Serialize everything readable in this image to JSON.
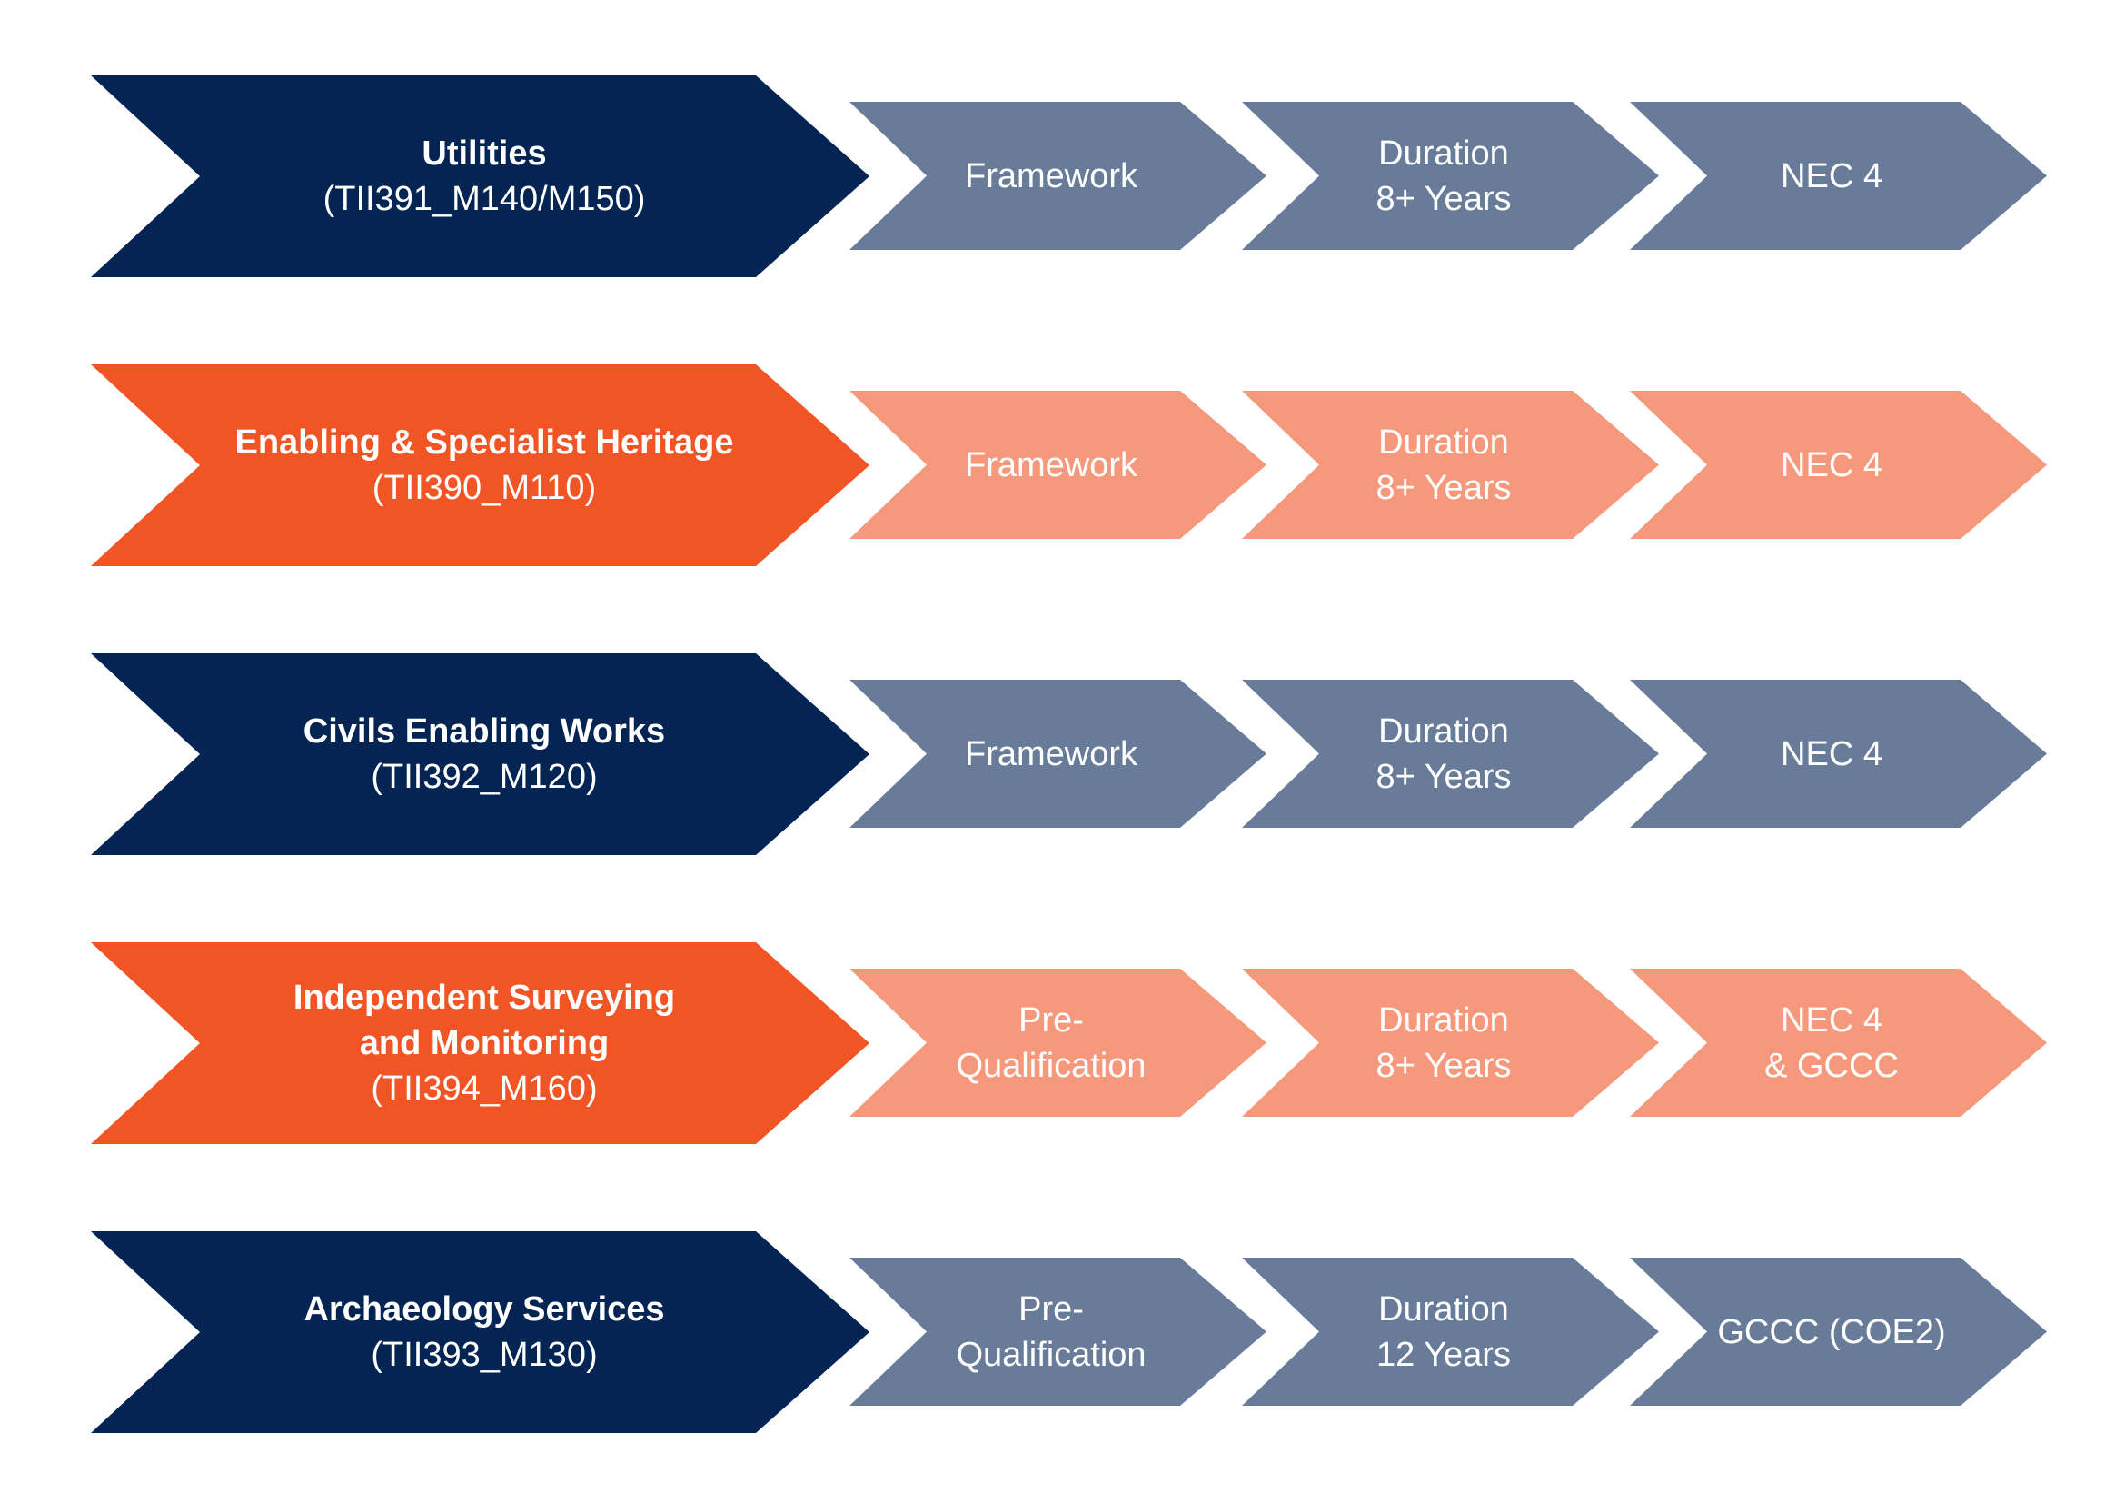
{
  "colors": {
    "navy": "#042454",
    "slate": "#687c9a",
    "orange": "#f15525",
    "salmon": "#f6987b",
    "text": "#ffffff"
  },
  "rows": [
    {
      "theme": "navy",
      "title_lines": [
        "Utilities"
      ],
      "code": "(TII391_M140/M150)",
      "steps": [
        {
          "lines": [
            "Framework"
          ]
        },
        {
          "lines": [
            "Duration",
            "8+ Years"
          ]
        },
        {
          "lines": [
            "NEC 4"
          ]
        }
      ]
    },
    {
      "theme": "orange",
      "title_lines": [
        "Enabling & Specialist Heritage"
      ],
      "code": "(TII390_M110)",
      "steps": [
        {
          "lines": [
            "Framework"
          ]
        },
        {
          "lines": [
            "Duration",
            "8+ Years"
          ]
        },
        {
          "lines": [
            "NEC 4"
          ]
        }
      ]
    },
    {
      "theme": "navy",
      "title_lines": [
        "Civils Enabling Works"
      ],
      "code": "(TII392_M120)",
      "steps": [
        {
          "lines": [
            "Framework"
          ]
        },
        {
          "lines": [
            "Duration",
            "8+ Years"
          ]
        },
        {
          "lines": [
            "NEC 4"
          ]
        }
      ]
    },
    {
      "theme": "orange",
      "title_lines": [
        "Independent Surveying",
        "and Monitoring"
      ],
      "code": "(TII394_M160)",
      "steps": [
        {
          "lines": [
            "Pre-",
            "Qualification"
          ]
        },
        {
          "lines": [
            "Duration",
            "8+ Years"
          ]
        },
        {
          "lines": [
            "NEC 4",
            "& GCCC"
          ]
        }
      ]
    },
    {
      "theme": "navy",
      "title_lines": [
        "Archaeology Services"
      ],
      "code": "(TII393_M130)",
      "steps": [
        {
          "lines": [
            "Pre-",
            "Qualification"
          ]
        },
        {
          "lines": [
            "Duration",
            "12 Years"
          ]
        },
        {
          "lines": [
            "GCCC (COE2)"
          ]
        }
      ]
    }
  ]
}
